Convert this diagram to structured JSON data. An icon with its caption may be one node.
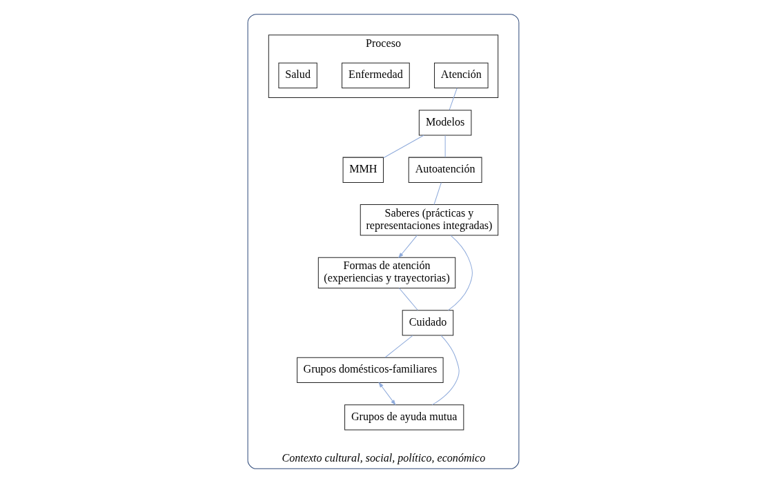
{
  "diagram": {
    "nodes": [
      {
        "text": [
          "Contexto cultural, social, político, económico"
        ]
      },
      {
        "text": [
          "Proceso"
        ],
        "in": 0
      },
      {
        "text": [
          "Salud"
        ],
        "in": 1
      },
      {
        "text": [
          "Enfermedad"
        ],
        "in": 1
      },
      {
        "text": [
          "Atención"
        ],
        "in": 1
      },
      {
        "text": [
          "Modelos"
        ],
        "in": 0
      },
      {
        "text": [
          "MMH"
        ],
        "in": 0
      },
      {
        "text": [
          "Autoatención"
        ],
        "in": 0
      },
      {
        "text": [
          "Formas de atención (experiencias y trayectorias)"
        ],
        "in": 0
      },
      {
        "text": [
          "Saberes (prácticas y representaciones integradas)"
        ],
        "in": 0
      },
      {
        "text": [
          "Cuidado"
        ],
        "in": 0
      },
      {
        "text": [
          "Grupos domésticos-familiares"
        ],
        "in": 0
      },
      {
        "text": [
          "Grupos de ayuda mutua"
        ],
        "in": 0
      }
    ],
    "edges": [
      {
        "from": 4,
        "to": 5,
        "arrow": "none"
      },
      {
        "from": 5,
        "to": 6,
        "arrow": "none"
      },
      {
        "from": 5,
        "to": 7,
        "arrow": "none"
      },
      {
        "from": 7,
        "to": 9,
        "arrow": "none"
      },
      {
        "from": 9,
        "to": 8,
        "arrow": "to"
      },
      {
        "from": 8,
        "to": 10,
        "arrow": "none"
      },
      {
        "from": 9,
        "to": 10,
        "arrow": "none"
      },
      {
        "from": 10,
        "to": 11,
        "arrow": "none"
      },
      {
        "from": 10,
        "to": 12,
        "arrow": "none"
      },
      {
        "from": 11,
        "to": 12,
        "arrow": "both"
      }
    ]
  }
}
